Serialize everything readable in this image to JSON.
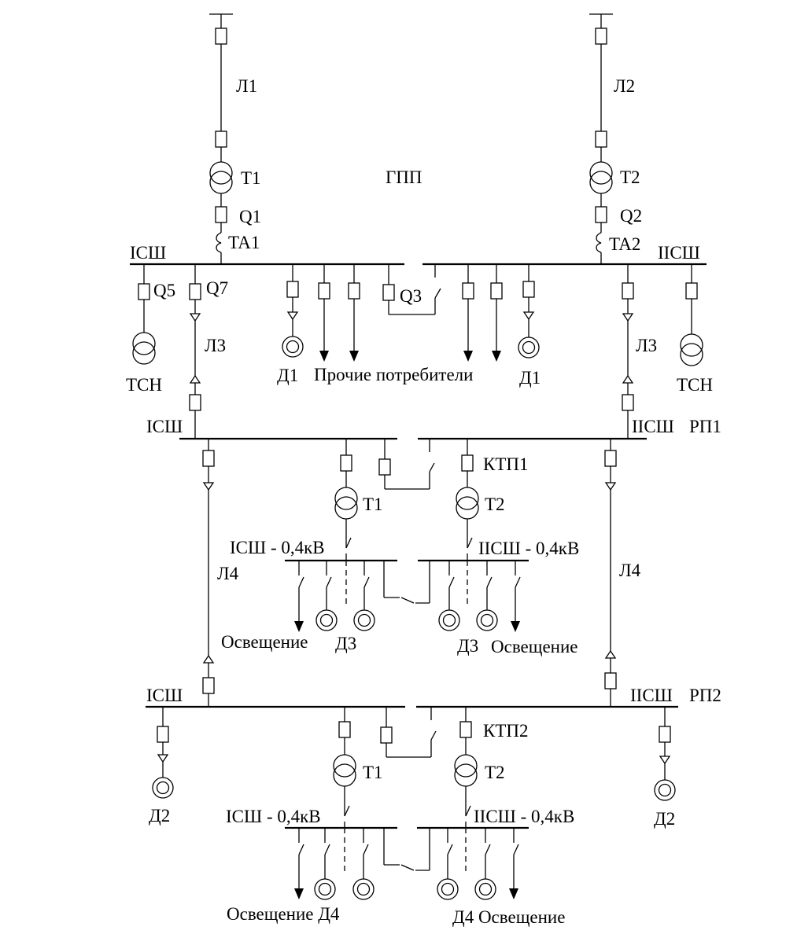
{
  "labels": {
    "l1": "Л1",
    "l2": "Л2",
    "gpp_t1": "T1",
    "gpp_t2": "T2",
    "gpp": "ГПП",
    "q1": "Q1",
    "q2": "Q2",
    "ta1": "TA1",
    "ta2": "TA2",
    "gpp_bus1": "IСШ",
    "gpp_bus2": "IIСШ",
    "q5": "Q5",
    "q7": "Q7",
    "q3": "Q3",
    "l3_left": "Л3",
    "l3_right": "Л3",
    "tsn_left": "ТСН",
    "tsn_right": "ТСН",
    "d1_left": "Д1",
    "d1_right": "Д1",
    "other_consumers": "Прочие потребители",
    "rp1_bus1": "IСШ",
    "rp1_bus2": "IIСШ",
    "rp1": "РП1",
    "ktp1": "КТП1",
    "ktp1_t1": "T1",
    "ktp1_t2": "T2",
    "ktp1_bus1": "IСШ - 0,4кВ",
    "ktp1_bus2": "IIСШ - 0,4кВ",
    "l4_left": "Л4",
    "l4_right": "Л4",
    "lighting_ktp1_left": "Освещение",
    "d3_left": "Д3",
    "d3_right": "Д3",
    "lighting_ktp1_right": "Освещение",
    "rp2_bus1": "IСШ",
    "rp2_bus2": "IIСШ",
    "rp2": "РП2",
    "ktp2": "КТП2",
    "ktp2_t1": "T1",
    "ktp2_t2": "T2",
    "d2_left": "Д2",
    "d2_right": "Д2",
    "ktp2_bus1": "IСШ - 0,4кВ",
    "ktp2_bus2": "IIСШ - 0,4кВ",
    "lighting_d4_left": "Освещение Д4",
    "d4_lighting_right": "Д4 Освещение"
  }
}
